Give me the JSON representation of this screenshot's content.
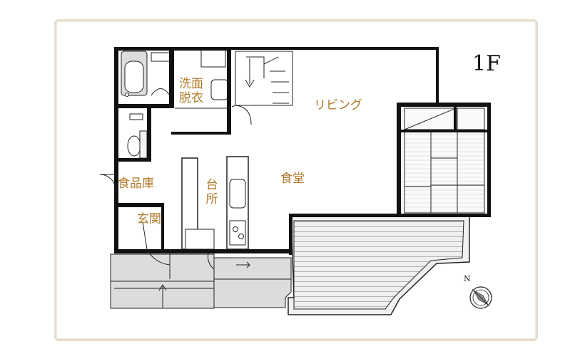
{
  "floor": "1F",
  "rooms": {
    "senmen_datsui": "洗面\n脱衣",
    "living": "リビング",
    "shokuhinko": "食品庫",
    "daidokoro": "台所",
    "shokudo": "食堂",
    "genkan": "玄関"
  },
  "compass": {
    "north": "N"
  },
  "colors": {
    "wall": "#111111",
    "label": "#b07a2a",
    "frame": "#e4decd",
    "deck_fill": "#ececec",
    "porch_fill": "#dcdcdc"
  }
}
